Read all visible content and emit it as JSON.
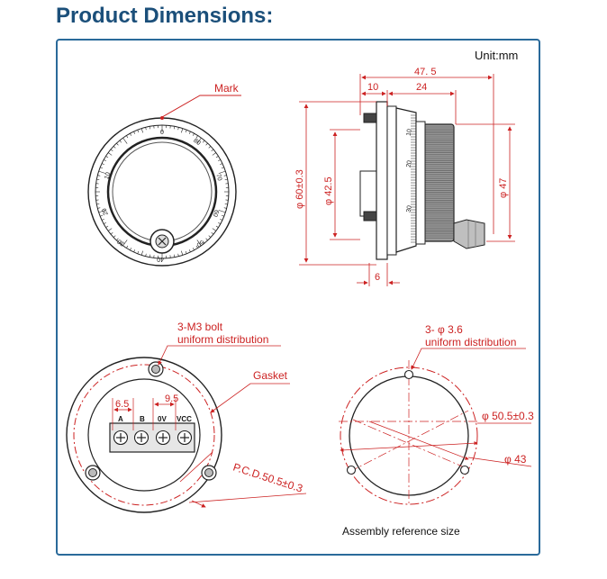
{
  "title": "Product Dimensions:",
  "unit": "Unit:mm",
  "front_view": {
    "mark_label": "Mark",
    "dial_numbers": [
      "0",
      "80",
      "70",
      "60",
      "50",
      "40",
      "30",
      "20",
      "10"
    ]
  },
  "side_view": {
    "dim_total_length": "47. 5",
    "dim_10": "10",
    "dim_24": "24",
    "dim_outer_dia": "φ 60±0.3",
    "dim_inner_dia": "φ 42.5",
    "dim_knob_dia": "φ 47",
    "dim_6": "6",
    "scale_numbers": [
      "20",
      "10",
      "30"
    ]
  },
  "back_view": {
    "bolt_label_line1": "3-M3 bolt",
    "bolt_label_line2": "uniform distribution",
    "gasket_label": "Gasket",
    "dim_65": "6.5",
    "dim_95": "9.5",
    "terminals": [
      "A",
      "B",
      "0V",
      "VCC"
    ],
    "pcd_label": "P.C.D.50.5±0.3"
  },
  "mount_view": {
    "hole_label_line1": "3- φ 3.6",
    "hole_label_line2": "uniform distribution",
    "dim_pcd": "φ 50.5±0.3",
    "dim_43": "φ 43",
    "caption": "Assembly reference size"
  },
  "colors": {
    "title": "#1b4f7a",
    "frame": "#2a6a9a",
    "annotation_red": "#cc2222",
    "line": "#222222"
  }
}
